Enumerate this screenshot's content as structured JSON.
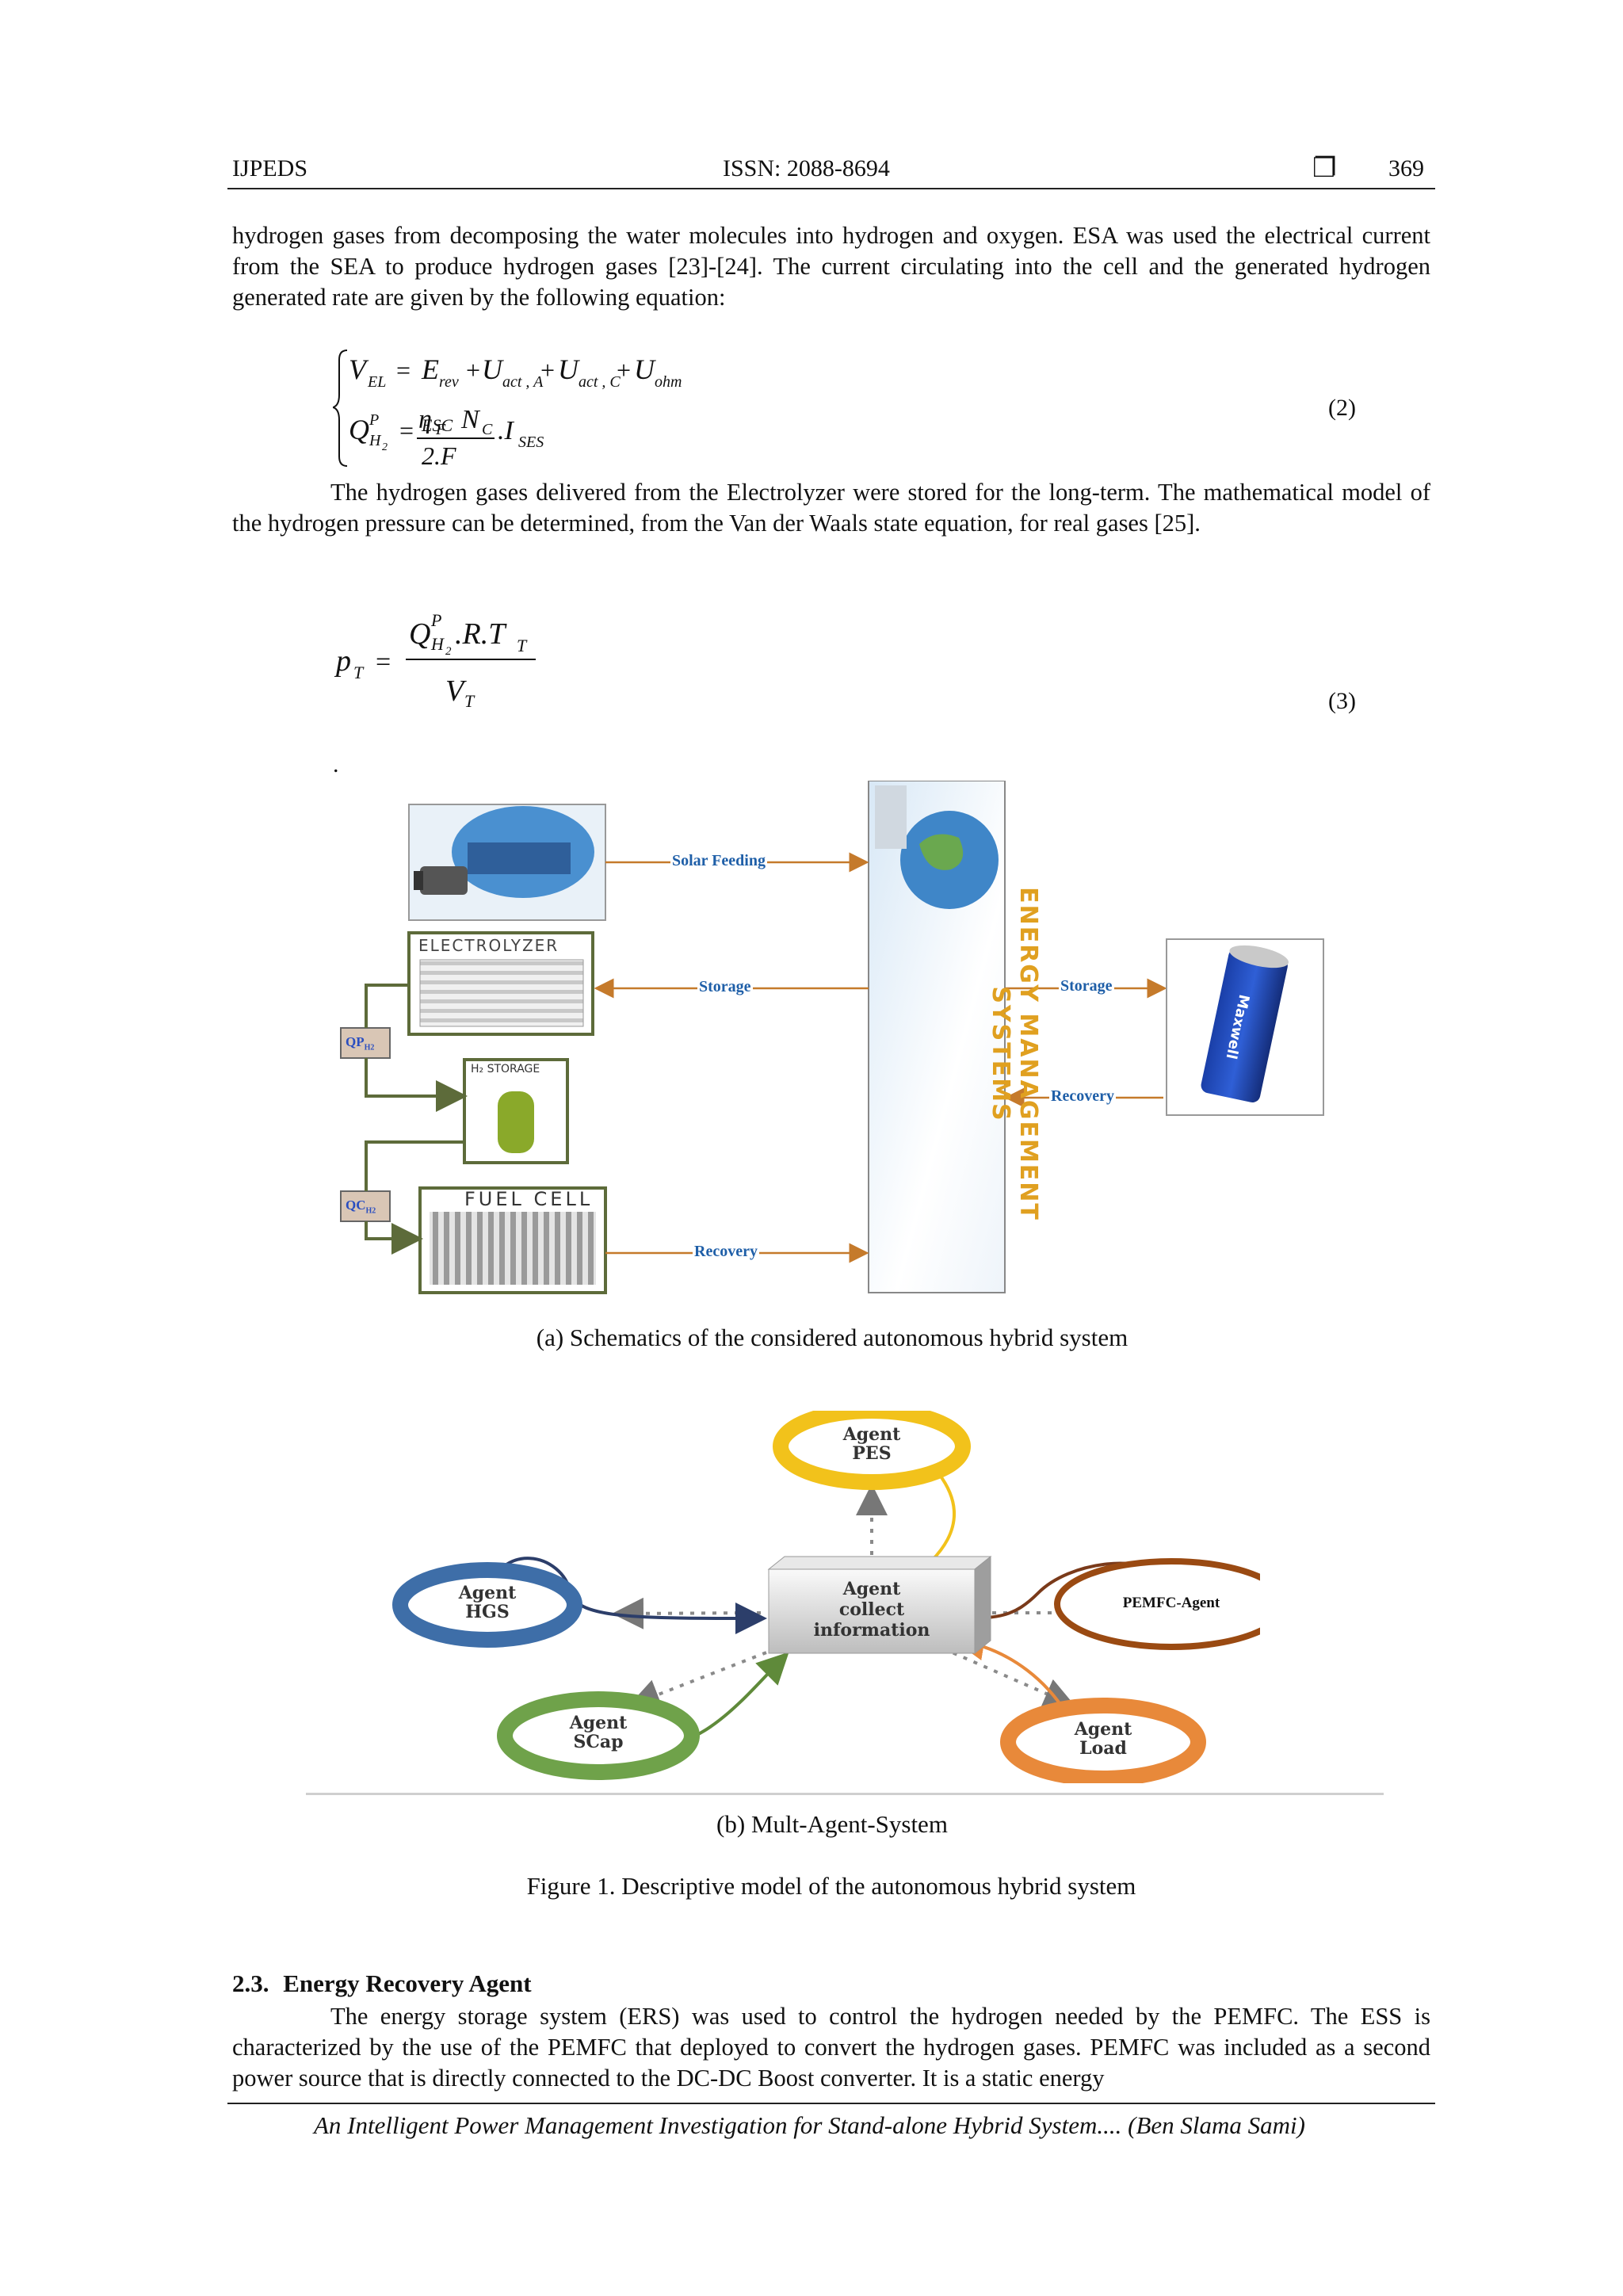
{
  "header": {
    "journal": "IJPEDS",
    "issn": "ISSN: 2088-8694",
    "box_glyph": "❐",
    "page_number": "369"
  },
  "paragraphs": {
    "p1": "hydrogen gases from decomposing the water molecules into hydrogen and oxygen. ESA was used the electrical current from the SEA to produce hydrogen gases [23]-[24]. The current circulating into the cell and the generated hydrogen generated rate are given by the following equation:",
    "p2": "The hydrogen gases delivered from the Electrolyzer were stored for the long-term. The mathematical model of the hydrogen pressure can be determined, from the Van der Waals state equation, for real gases [25].",
    "p3": "The energy storage system (ERS) was used to control the hydrogen needed by the PEMFC. The ESS is characterized by the use of the PEMFC that deployed to convert the hydrogen gases. PEMFC was included as a second power source that is directly connected to the DC-DC Boost converter. It is a static energy"
  },
  "equations": {
    "eq2_number": "(2)",
    "eq3_number": "(3)",
    "stray_dot": "."
  },
  "figure_a": {
    "ems_label": "ENERGY MANAGEMENT SYSTEMS",
    "electrolyzer_label": "ELECTROLYZER",
    "h2_storage_label": "H₂ STORAGE",
    "fuel_cell_label": "FUEL CELL",
    "qp_label": "QP",
    "qp_sub": "H2",
    "qc_label": "QC",
    "qc_sub": "H2",
    "arrow_solar": "Solar Feeding",
    "arrow_storage_left": "Storage",
    "arrow_recovery_left": "Recovery",
    "arrow_storage_right": "Storage",
    "arrow_recovery_right": "Recovery",
    "supercap_brand": "Maxwell",
    "caption": "(a) Schematics of the considered autonomous hybrid system"
  },
  "figure_b": {
    "agent_pes": [
      "Agent",
      "PES"
    ],
    "agent_hgs": [
      "Agent",
      "HGS"
    ],
    "agent_center": [
      "Agent",
      "collect",
      "information"
    ],
    "agent_pemfc": "PEMFC-Agent",
    "agent_scap": [
      "Agent",
      "SCap"
    ],
    "agent_load": [
      "Agent",
      "Load"
    ],
    "caption": "(b) Mult-Agent-System",
    "colors": {
      "pes": "#f2c21b",
      "hgs": "#3e6ea8",
      "scap": "#6fa24a",
      "load": "#e8893a",
      "pemfc": "#9a4a12"
    }
  },
  "figure_caption": "Figure 1. Descriptive model of the autonomous hybrid system",
  "section": {
    "number": "2.3.",
    "title": "Energy Recovery Agent"
  },
  "footer": "An Intelligent Power Management Investigation for Stand-alone Hybrid System.... (Ben Slama Sami)"
}
